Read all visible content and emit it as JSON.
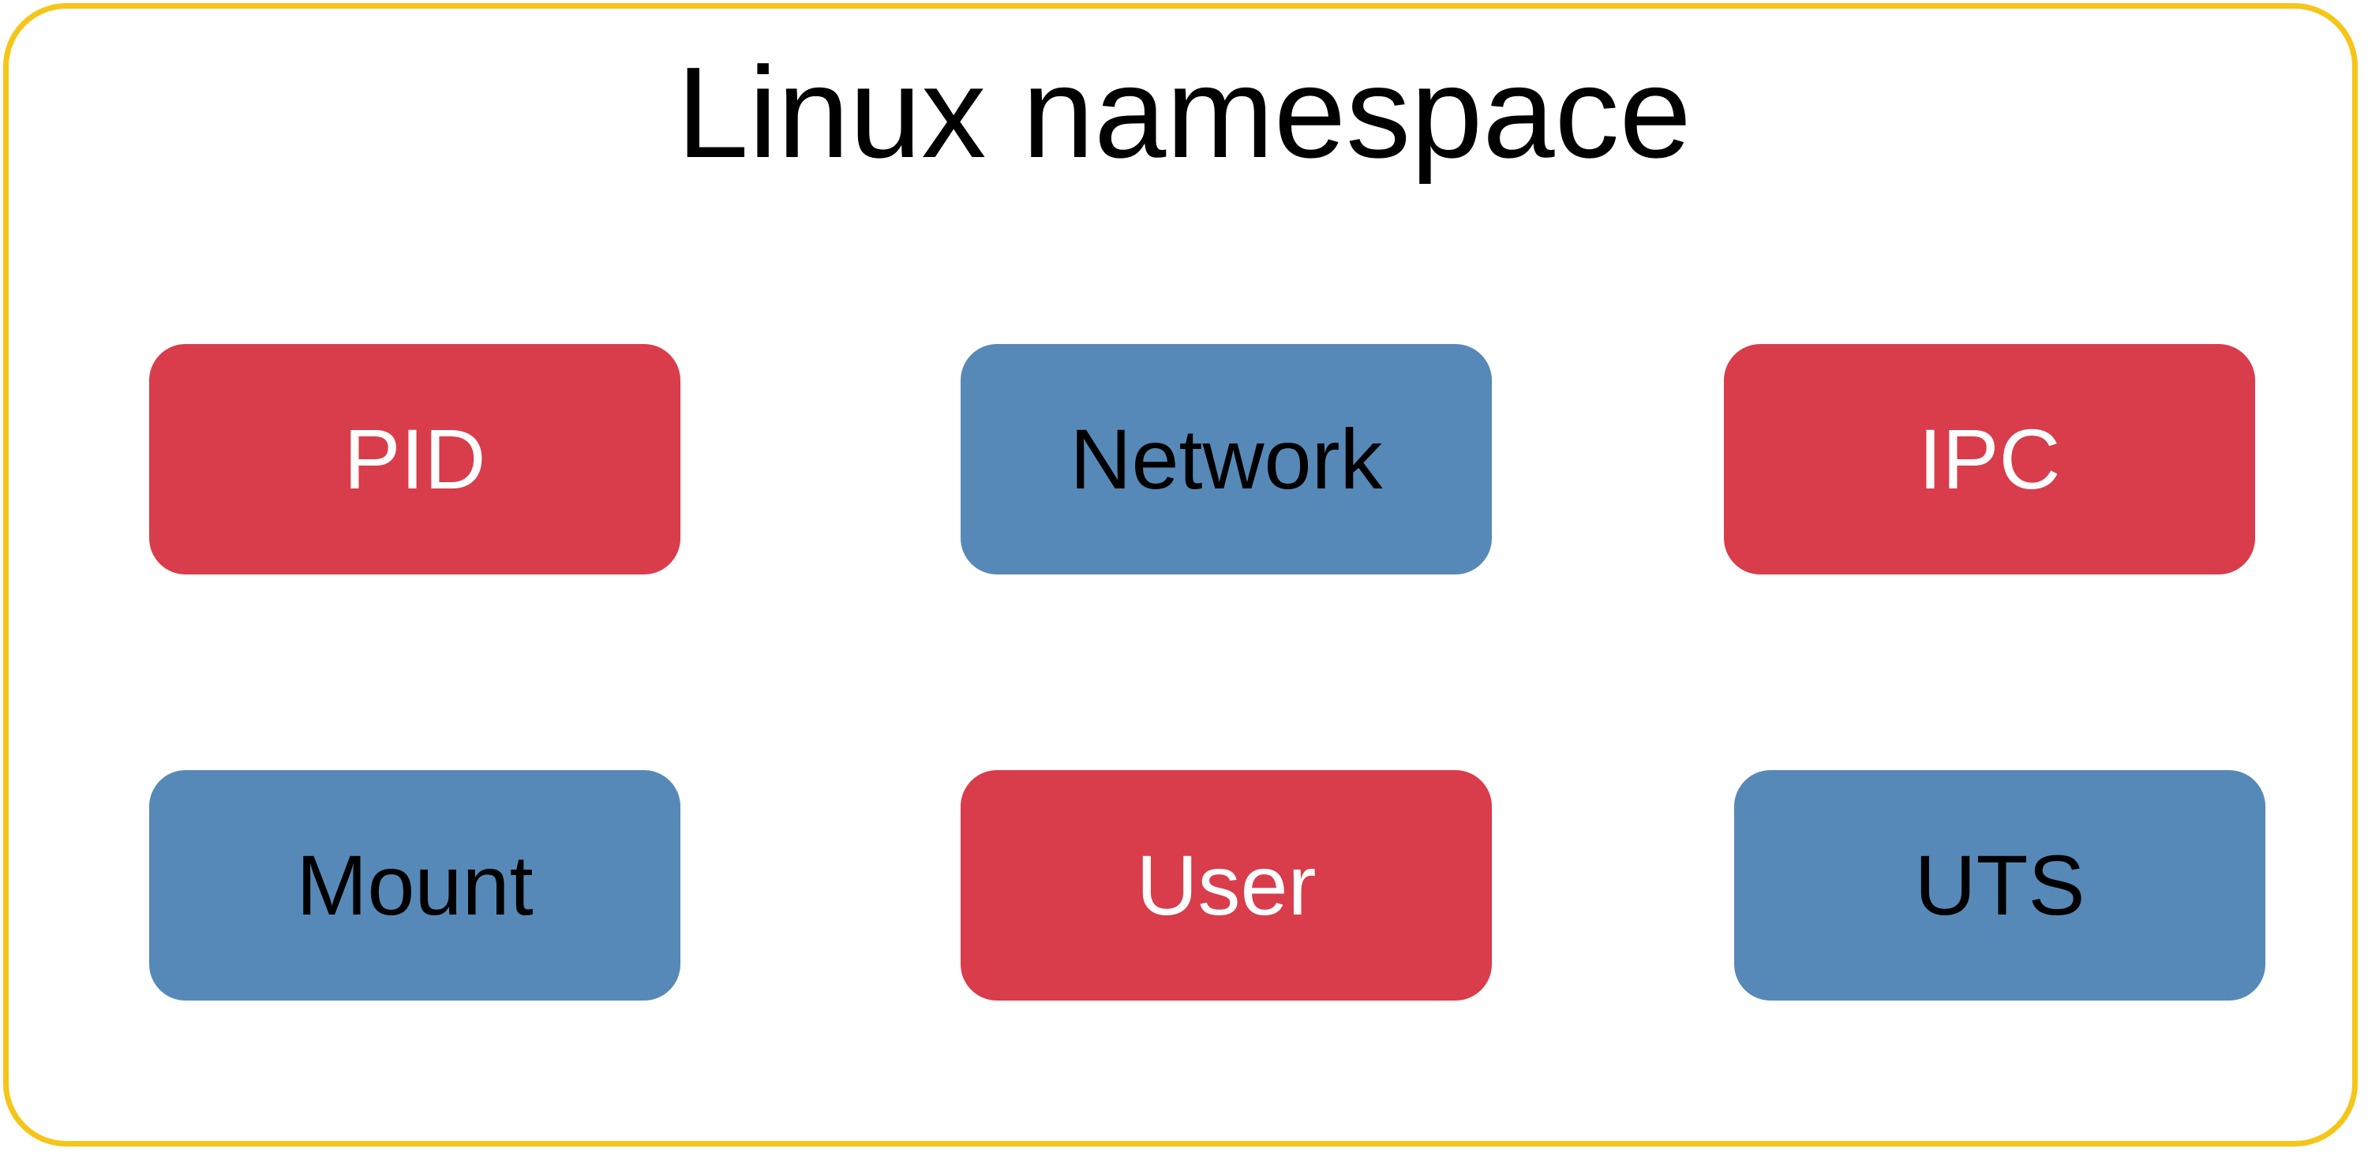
{
  "diagram": {
    "title": "Linux namespace",
    "colors": {
      "frame_border": "#f5c518",
      "red_box": "#d93c4a",
      "blue_box": "#5689b7"
    },
    "boxes": [
      {
        "label": "PID",
        "color": "red"
      },
      {
        "label": "Network",
        "color": "blue"
      },
      {
        "label": "IPC",
        "color": "red"
      },
      {
        "label": "Mount",
        "color": "blue"
      },
      {
        "label": "User",
        "color": "red"
      },
      {
        "label": "UTS",
        "color": "blue"
      }
    ]
  }
}
